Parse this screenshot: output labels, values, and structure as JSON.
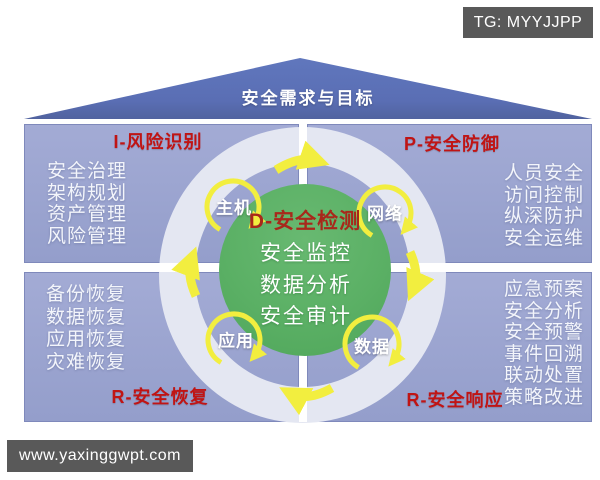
{
  "badges": {
    "tg": "TG: MYYJJPP",
    "website": "www.yaxinggwpt.com"
  },
  "roof": {
    "label": "安全需求与目标"
  },
  "core": {
    "title": "D-安全检测",
    "items": [
      "安全监控",
      "数据分析",
      "安全审计"
    ]
  },
  "ring_nodes": [
    {
      "label": "主机"
    },
    {
      "label": "网络"
    },
    {
      "label": "应用"
    },
    {
      "label": "数据"
    }
  ],
  "quadrants": [
    {
      "title": "I-风险识别",
      "items": [
        "安全治理",
        "架构规划",
        "资产管理",
        "风险管理"
      ]
    },
    {
      "title": "P-安全防御",
      "items": [
        "人员安全",
        "访问控制",
        "纵深防护",
        "安全运维"
      ]
    },
    {
      "title": "R-安全恢复",
      "items": [
        "备份恢复",
        "数据恢复",
        "应用恢复",
        "灾难恢复"
      ]
    },
    {
      "title": "R-安全响应",
      "items": [
        "应急预案",
        "安全分析",
        "安全预警",
        "事件回溯",
        "联动处置",
        "策略改进"
      ]
    }
  ],
  "colors": {
    "roof_blue": "#5a6eb4",
    "panel_blue": "#99a2cd",
    "ring_light": "#e4e7f2",
    "core_green": "#5bb065",
    "arrow_yellow": "#f2ee3f",
    "heading_red": "#c01414",
    "core_title_red": "#a8281b",
    "badge_gray": "#595959"
  }
}
